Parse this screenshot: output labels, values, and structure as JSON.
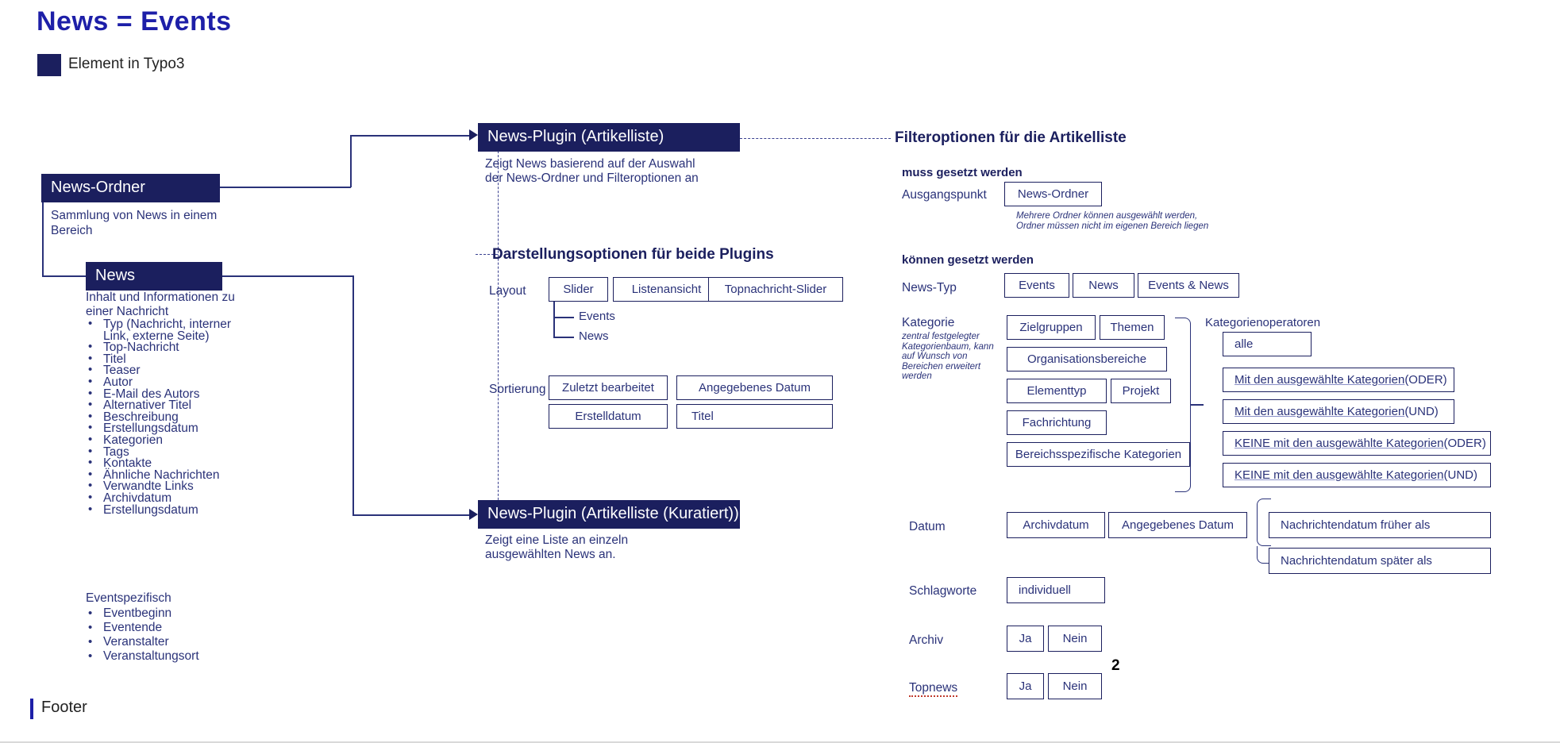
{
  "header": {
    "title": "News = Events",
    "legend_label": "Element in Typo3",
    "legend_color": "#1b1f5e"
  },
  "left_column": {
    "news_ordner": {
      "heading": "News-Ordner",
      "description": "Sammlung von News in einem Bereich"
    },
    "news": {
      "heading": "News",
      "description_line1": "Inhalt und Informationen zu",
      "description_line2": "einer Nachricht",
      "fields": [
        "Typ (Nachricht, interner",
        "Top-Nachricht",
        "Titel",
        "Teaser",
        "Autor",
        "E-Mail des Autors",
        "Alternativer Titel",
        "Beschreibung",
        "Erstellungsdatum",
        "Kategorien",
        "Tags",
        "Kontakte",
        "Ähnliche Nachrichten",
        "Verwandte Links",
        "Archivdatum",
        "Erstellungsdatum"
      ],
      "first_field_continuation": "Link, externe Seite)",
      "event_group_title": "Eventspezifisch",
      "event_fields": [
        "Eventbeginn",
        "Eventende",
        "Veranstalter",
        "Veranstaltungsort"
      ]
    }
  },
  "middle_column": {
    "plugin_list": {
      "heading": "News-Plugin (Artikelliste)",
      "desc_line1": "Zeigt News basierend auf der Auswahl",
      "desc_line2": "der News-Ordner und Filteroptionen an"
    },
    "display_options": {
      "heading": "Darstellungsoptionen für beide Plugins",
      "layout_label": "Layout",
      "layout_options": [
        "Slider",
        "Listenansicht",
        "Topnachricht-Slider"
      ],
      "slider_children": [
        "Events",
        "News"
      ],
      "sort_label": "Sortierung",
      "sort_options": [
        "Zuletzt bearbeitet",
        "Angegebenes Datum",
        "Erstelldatum",
        "Titel"
      ]
    },
    "plugin_curated": {
      "heading": "News-Plugin (Artikelliste (Kuratiert))",
      "desc_line1": "Zeigt eine Liste an einzeln",
      "desc_line2": "ausgewählten News an."
    }
  },
  "right_column": {
    "heading": "Filteroptionen für die Artikelliste",
    "must_be_set_label": "muss gesetzt werden",
    "can_be_set_label": "können gesetzt werden",
    "ausgangspunkt": {
      "label": "Ausgangspunkt",
      "option": "News-Ordner",
      "note_line1": "Mehrere Ordner können ausgewählt werden,",
      "note_line2": "Ordner müssen nicht im eigenen Bereich liegen"
    },
    "news_typ": {
      "label": "News-Typ",
      "options": [
        "Events",
        "News",
        "Events & News"
      ]
    },
    "kategorie": {
      "label": "Kategorie",
      "note": "zentral festgelegter Kategorienbaum, kann auf Wunsch von Bereichen erweitert werden",
      "options": [
        "Zielgruppen",
        "Themen",
        "Organisationsbereiche",
        "Elementtyp",
        "Projekt",
        "Fachrichtung",
        "Bereichsspezifische Kategorien"
      ]
    },
    "kategorienoperatoren": {
      "label": "Kategorienoperatoren",
      "options": [
        {
          "main": "alle",
          "suffix": ""
        },
        {
          "main": "Mit den ausgewählte Kategorien",
          "suffix": " (ODER)"
        },
        {
          "main": "Mit den ausgewählte Kategorien",
          "suffix": " (UND)"
        },
        {
          "main": "KEINE mit den ausgewählte Kategorien",
          "suffix": " (ODER)",
          "prefix": "KEINE "
        },
        {
          "main": "KEINE mit den ausgewählte Kategorien",
          "suffix": " (UND)",
          "prefix": "KEINE "
        }
      ]
    },
    "datum": {
      "label": "Datum",
      "options": [
        "Archivdatum",
        "Angegebenes Datum"
      ],
      "sub_options": [
        "Nachrichtendatum früher als",
        "Nachrichtendatum später als"
      ]
    },
    "schlagworte": {
      "label": "Schlagworte",
      "options": [
        "individuell"
      ]
    },
    "archiv": {
      "label": "Archiv",
      "options": [
        "Ja",
        "Nein"
      ]
    },
    "topnews": {
      "label": "Topnews",
      "options": [
        "Ja",
        "Nein"
      ]
    }
  },
  "footer": {
    "label": "Footer",
    "page_number": "2"
  }
}
